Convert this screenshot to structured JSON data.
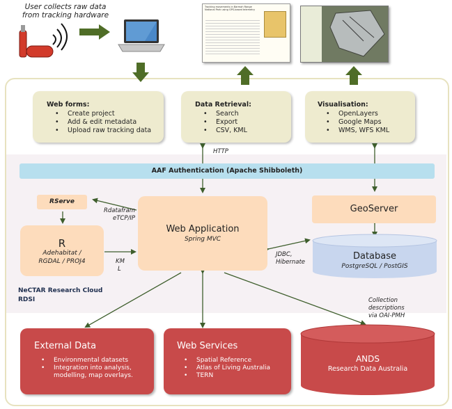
{
  "top": {
    "caption_line1": "User collects raw data",
    "caption_line2": "from tracking hardware",
    "doc_thumb_title": "Tracking movements in Barmah Range National Park using GPS-based telemetry"
  },
  "web_forms": {
    "title": "Web forms:",
    "items": [
      "Create project",
      "Add & edit metadata",
      "Upload raw tracking data"
    ]
  },
  "data_retrieval": {
    "title": "Data Retrieval:",
    "items": [
      "Search",
      "Export",
      "CSV, KML"
    ]
  },
  "visualisation": {
    "title": "Visualisation:",
    "items": [
      "OpenLayers",
      "Google Maps",
      "WMS, WFS KML"
    ]
  },
  "http_label": "HTTP",
  "aaf": "AAF Authentication (Apache Shibboleth)",
  "rserve": "RServe",
  "rdataframe_line1": "Rdatafram",
  "rdataframe_line2": "eTCP/IP",
  "r_box": {
    "title": "R",
    "line1": "Adehabitat /",
    "line2": "RGDAL / PROJ4"
  },
  "kml_line1": "KM",
  "kml_line2": "L",
  "web_app": {
    "title": "Web Application",
    "subtitle": "Spring MVC"
  },
  "geoserver": "GeoServer",
  "jdbc_line1": "JDBC,",
  "jdbc_line2": "Hibernate",
  "database": {
    "title": "Database",
    "subtitle": "PostgreSQL / PostGIS"
  },
  "nectar_line1": "NeCTAR Research Cloud",
  "nectar_line2": "RDSI",
  "collection_lines": [
    "Collection",
    "descriptions",
    "via OAI-PMH"
  ],
  "external_data": {
    "title": "External Data",
    "items": [
      "Environmental datasets",
      "Integration into analysis, modelling, map overlays."
    ]
  },
  "web_services": {
    "title": "Web Services",
    "items": [
      "Spatial Reference",
      "Atlas of Living Australia",
      "TERN"
    ]
  },
  "ands": {
    "title": "ANDS",
    "subtitle": "Research Data Australia"
  },
  "colors": {
    "card": "#eeebcf",
    "peach": "#fddcbc",
    "red": "#c84a4a",
    "aaf": "#b7dfee",
    "db": "#c8d6ee",
    "arrow_green": "#4f6d27",
    "connector": "#3e5e2c"
  }
}
